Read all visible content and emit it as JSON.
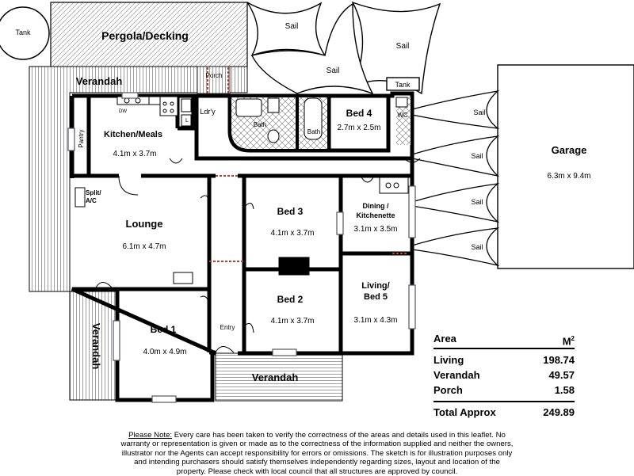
{
  "outside": {
    "tank_top": "Tank",
    "tank_right": "Tank",
    "pergola": "Pergola/Decking",
    "sail": "Sail",
    "garage": "Garage",
    "garage_dim": "6.3m x 9.4m",
    "verandah_top": "Verandah",
    "verandah_left": "Verandah",
    "verandah_bottom": "Verandah",
    "porch": "Porch"
  },
  "rooms": {
    "kitchen": {
      "name": "Kitchen/Meals",
      "dim": "4.1m x 3.7m"
    },
    "pantry": "Pantry",
    "dw": "DW",
    "laundry": "Ldr'y",
    "laundry_l": "L",
    "bath1": "Bath",
    "bath2": "Bath",
    "bed4": {
      "name": "Bed 4",
      "dim": "2.7m x 2.5m"
    },
    "wc": "WC",
    "split": {
      "line1": "Split/",
      "line2": "A/C"
    },
    "lounge": {
      "name": "Lounge",
      "dim": "6.1m x 4.7m"
    },
    "bed3": {
      "name": "Bed 3",
      "dim": "4.1m x 3.7m"
    },
    "dining": {
      "line1": "Dining /",
      "line2": "Kitchenette",
      "dim": "3.1m x 3.5m"
    },
    "bed2": {
      "name": "Bed 2",
      "dim": "4.1m x 3.7m"
    },
    "living": {
      "line1": "Living/",
      "line2": "Bed 5",
      "dim": "3.1m x 4.3m"
    },
    "bed1": {
      "name": "Bed 1",
      "dim": "4.0m x 4.9m"
    },
    "entry": "Entry"
  },
  "area_table": {
    "header": {
      "label": "Area",
      "unit": "M",
      "sup": "2"
    },
    "rows": [
      {
        "label": "Living",
        "value": "198.74"
      },
      {
        "label": "Verandah",
        "value": "49.57"
      },
      {
        "label": "Porch",
        "value": "1.58"
      }
    ],
    "total": {
      "label": "Total Approx",
      "value": "249.89"
    }
  },
  "note": {
    "title": "Please Note:",
    "text": "Every care has been taken to verify the correctness of the areas and details used in this leaflet. No warranty or representation is given or made as to the correctness of the information supplied and neither the owners, illustrator nor the Agents can accept responsibility for errors or omissions. The sketch is for illustration purposes only and intending purchasers should satisfy themselves independently regarding sizes, layout and location of the property. Please check with local council that all structures are approved by council."
  },
  "colors": {
    "wall": "#000000",
    "hatch": "#6a6a6a",
    "door_accent": "#c0392b",
    "window": "#7a8fa0"
  }
}
